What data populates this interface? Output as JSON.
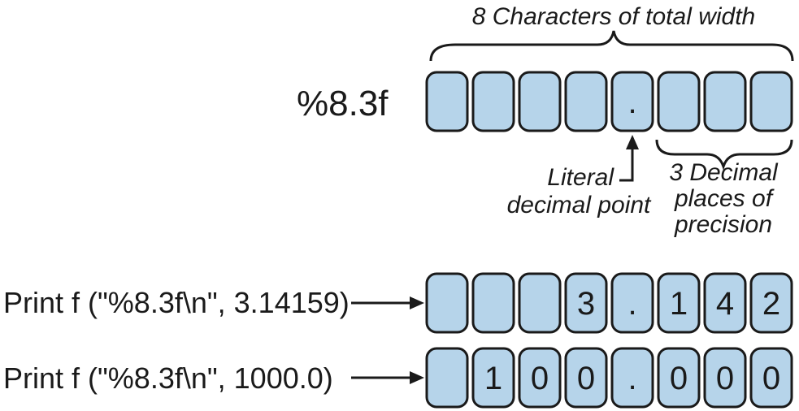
{
  "format_spec": "%8.3f",
  "width_label": "8 Characters of total width",
  "point_label": [
    "Literal",
    "decimal point"
  ],
  "precision_label": [
    "3 Decimal",
    "places of",
    "precision"
  ],
  "template_cells": [
    "",
    "",
    "",
    "",
    ".",
    "",
    "",
    ""
  ],
  "examples": [
    {
      "call": "Print f (\"%8.3f\\n\", 3.14159)",
      "cells": [
        "",
        "",
        "",
        "3",
        ".",
        "1",
        "4",
        "2"
      ]
    },
    {
      "call": "Print f (\"%8.3f\\n\", 1000.0)",
      "cells": [
        "",
        "1",
        "0",
        "0",
        ".",
        "0",
        "0",
        "0"
      ]
    }
  ]
}
